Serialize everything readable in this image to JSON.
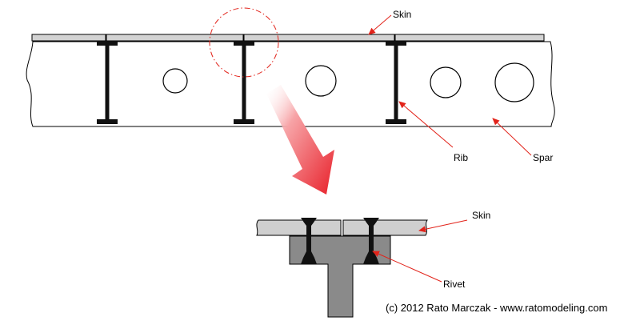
{
  "labels": {
    "skin_top": "Skin",
    "rib": "Rib",
    "spar": "Spar",
    "skin_detail": "Skin",
    "rivet": "Rivet"
  },
  "credit": "(c) 2012 Rato Marczak - www.ratomodeling.com",
  "colors": {
    "skin": "#d3d3d3",
    "rib": "#111111",
    "detail_rib": "#8a8a8a",
    "arrow_red": "#e8202a",
    "circle_red": "#e2231a"
  }
}
